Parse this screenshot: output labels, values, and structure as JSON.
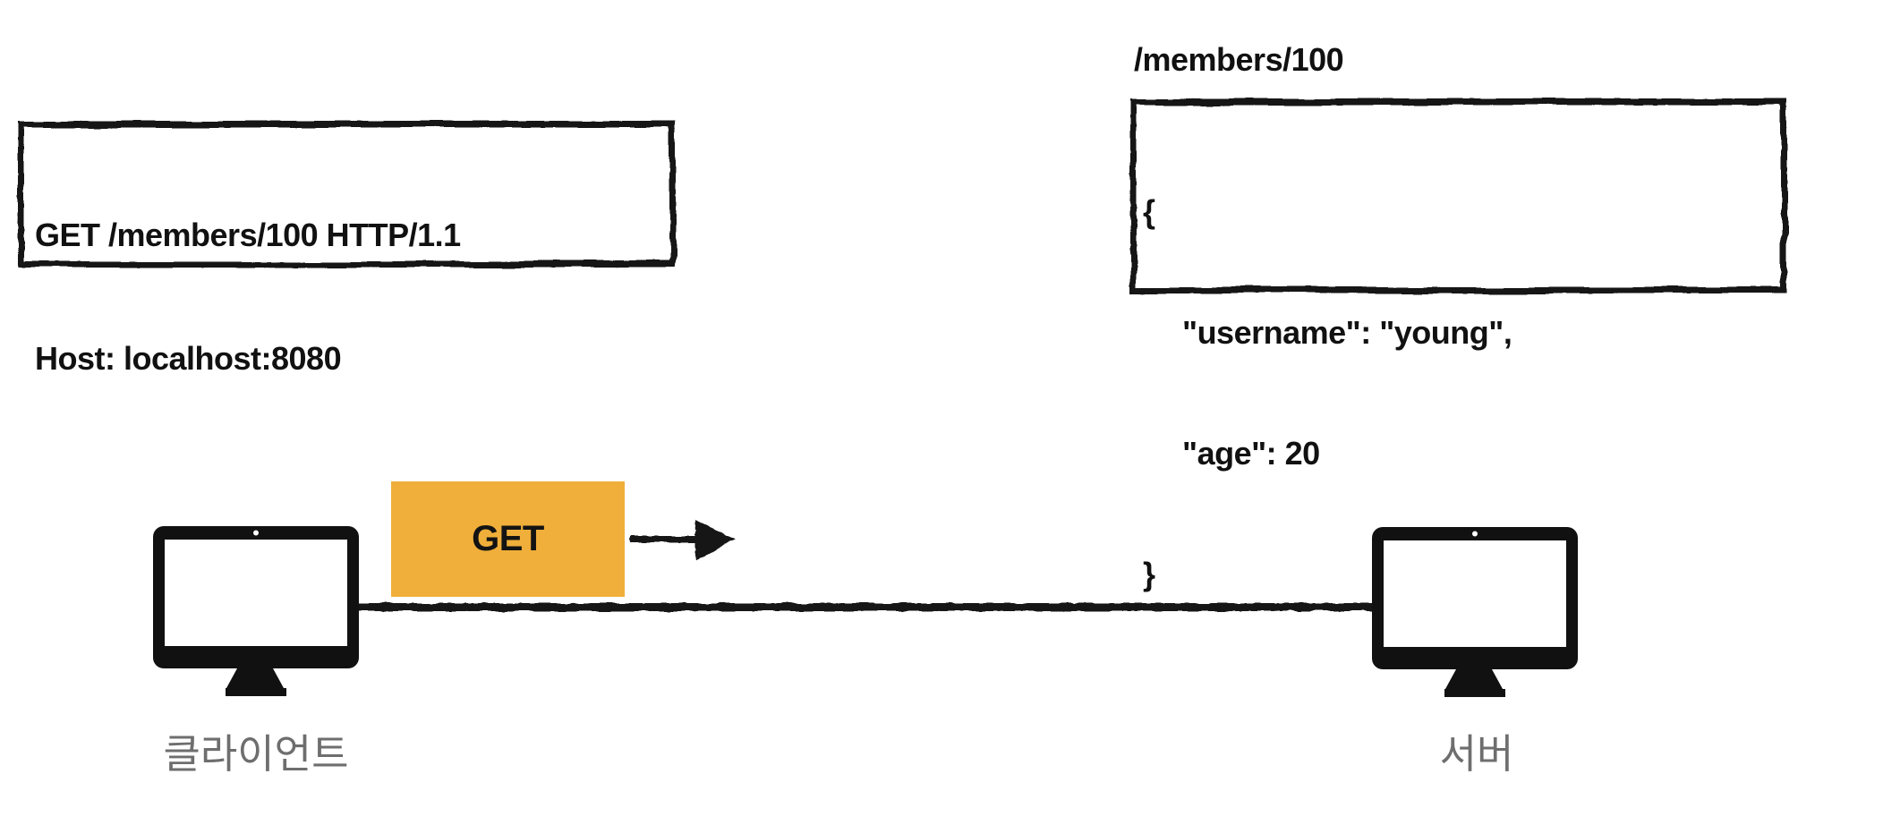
{
  "request_box": {
    "lines": [
      "GET /members/100 HTTP/1.1",
      "Host: localhost:8080"
    ]
  },
  "response_box": {
    "path_label": "/members/100",
    "json_lines": [
      "{",
      "\"username\": \"young\",",
      "\"age\": 20",
      "}"
    ]
  },
  "flow": {
    "method_label": "GET"
  },
  "nodes": {
    "client_label": "클라이언트",
    "server_label": "서버"
  },
  "colors": {
    "ink": "#161616",
    "accent_orange": "#F0AF3A",
    "label_gray": "#6E6E6E"
  }
}
